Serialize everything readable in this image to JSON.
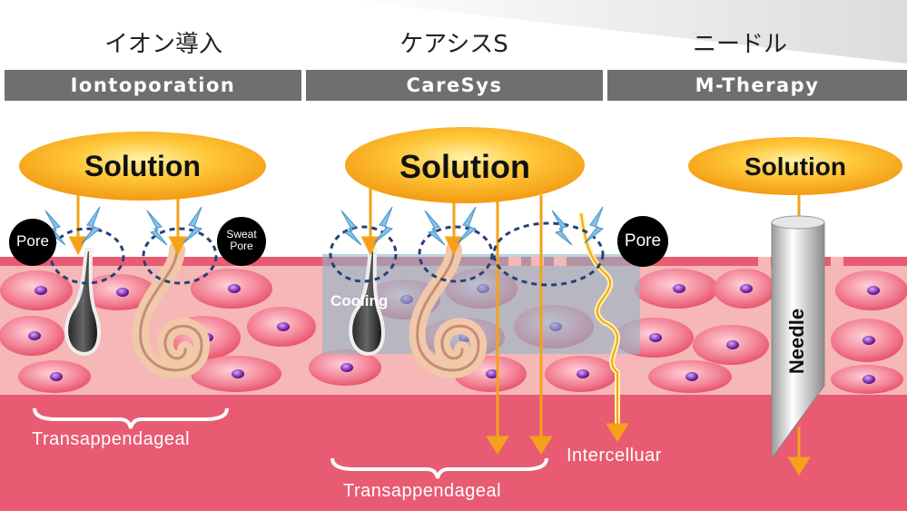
{
  "columns": [
    {
      "japanese": "イオン導入",
      "english": "Iontoporation"
    },
    {
      "japanese": "ケアシスS",
      "english": "CareSys"
    },
    {
      "japanese": "ニードル",
      "english": "M-Therapy"
    }
  ],
  "solution_label": "Solution",
  "pore_label": "Pore",
  "sweat_pore_label": "Sweat Pore",
  "cooling_label": "Cooling",
  "needle_label": "Needle",
  "route_labels": {
    "transappendageal": "Transappendageal",
    "intercellular": "Intercelluar"
  },
  "colors": {
    "header_bar": "#6f6f6f",
    "solution_orange": "#f5a21a",
    "skin_pink": "#f07a8c",
    "dermis": "#e85b72",
    "cooling_blue": "#8fb8c8",
    "pore_ring": "#27407a"
  }
}
